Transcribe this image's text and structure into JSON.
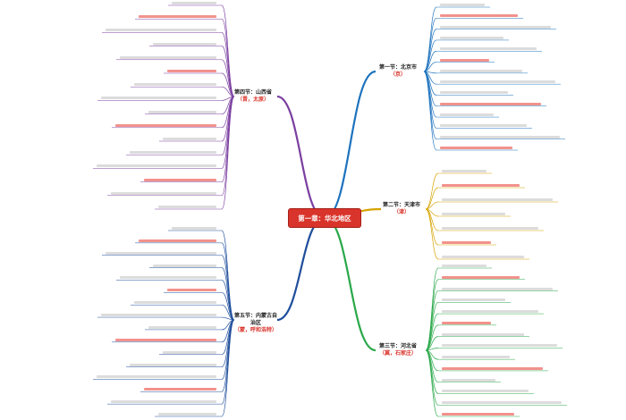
{
  "central": {
    "label": "第一章：华北地区"
  },
  "sections": [
    {
      "id": "beijing",
      "title": "第一节：北京市",
      "abbr": "（京）",
      "color": "#1e73be"
    },
    {
      "id": "tianjin",
      "title": "第二节：天津市",
      "abbr": "（津）",
      "color": "#d6a300"
    },
    {
      "id": "hebei",
      "title": "第三节：河北省",
      "abbr": "（冀，石家庄）",
      "color": "#2aa84a"
    },
    {
      "id": "shanxi",
      "title": "第四节：山西省",
      "abbr": "（晋，太原）",
      "color": "#7b3fa0"
    },
    {
      "id": "neimeng",
      "title": "第五节：内蒙古自治区",
      "abbr": "（蒙，呼和浩特）",
      "color": "#1f4e9c"
    }
  ],
  "colors": {
    "central_fill": "#d9342b",
    "highlight": "#e8382e",
    "note_yellow": "#f2c200"
  }
}
